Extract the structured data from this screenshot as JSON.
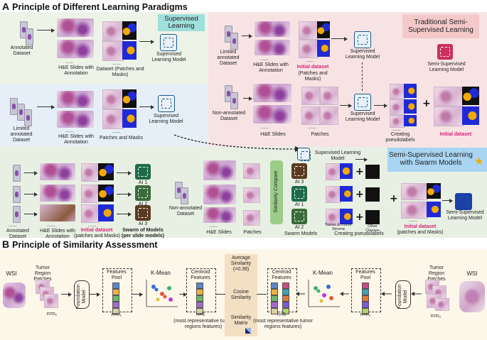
{
  "section_a": {
    "letter": "A",
    "title": "Principle of Different Learning Paradigms",
    "supervised": {
      "badge": "Supervised Learning",
      "annotated_dataset": "Annotated Dataset",
      "he_slides": "H&E Slides with Annotation",
      "dataset": "Dataset (Patches and Masks)",
      "model": "Supervised Learning Model"
    },
    "traditional": {
      "badge": "Traditional Semi-Supervised Learning",
      "limited": "Limited annotated Dataset",
      "he_slides": "H&E Slides with Annotation",
      "initial_dataset": "Initial dataset",
      "patches_masks": "(Patches and Masks)",
      "model": "Supervised Learning Model",
      "semi_model": "Semi-Supervised Learning Model",
      "non_annotated": "Non-annotated Dataset",
      "he_slides_plain": "H&E Slides",
      "patches": "Patches",
      "model2": "Supervised Learning Model",
      "creating": "Creating pseudolabels",
      "initial_dataset2": "Initial dataset"
    },
    "limited_row": {
      "limited": "Limited annotated Dataset",
      "he_slides": "H&E Slides with Annotation",
      "patches_masks": "Patches and Masks",
      "model": "Supervised Learning Model"
    },
    "swarm": {
      "badge": "Semi-Supervised Learning with Swarm Models",
      "model_top": "Supervised Learning Model",
      "annotated_dataset": "Annotated Dataset",
      "he_slides": "H&E Slides with Annotation",
      "initial_dataset": "Initial dataset",
      "patches_masks": "(patches and Masks)",
      "swarm_models": "Swarm of Models",
      "per_slide": "(per slide models)",
      "ai1": "AI 1",
      "ai2": "AI 2",
      "ai3": "AI 3",
      "non_annotated": "Non-annotated Dataset",
      "he_slides_plain": "H&E Slides",
      "patches": "Patches",
      "similarity_compare": "Similarity Compare",
      "ai3b": "AI 3",
      "ai1b": "AI 1",
      "ai2b": "AI 2",
      "swarm_models2": "Swarm Models",
      "tumor": "Tumor & Tumor Stroma",
      "other": "Other Classes",
      "creating": "Creating pseudolabels",
      "initial_dataset2": "Initial dataset",
      "patches_masks2": "(patches and Masks)",
      "semi_model": "Semi-Supervised Learning Model"
    },
    "dots": "......",
    "plus": "+"
  },
  "section_b": {
    "letter": "B",
    "title": "Principle of Similarity Assessment",
    "wsi_left": "WSI",
    "tumor_patches_left": "Tumor Region Patches",
    "n1": "n=n₁",
    "foundation_left": "Foundation Model",
    "features_pool_left": "Features Pool",
    "n1b": "n=n₁",
    "kmean_left": "K-Mean",
    "centroid_left": "Centroid Features",
    "n5_left": "n=5",
    "most_rep_left": "(most representative tumor regions features)",
    "avg_similarity": "Average Similarity",
    "avg_value": "(=0.39)",
    "cosine": "Cosine Similarity",
    "sim_matrix": "Similarity Matrix",
    "centroid_right": "Centroid Features",
    "n5_right": "n=5",
    "most_rep_right": "(most representative tumor regions features)",
    "kmean_right": "K-Mean",
    "features_pool_right": "Features Pool",
    "n2b": "n=n₂",
    "foundation_right": "Foundation Model",
    "tumor_patches_right": "Tumor Region Patches",
    "n2": "n=n₂",
    "wsi_right": "WSI"
  },
  "colors": {
    "supervised_bg": "#eef3e8",
    "traditional_bg": "#f8e3e4",
    "limited_bg": "#e6eff8",
    "swarm_bg": "#e8f0e3",
    "supervised_badge": "#9fdfdc",
    "traditional_badge": "#f4c9c9",
    "swarm_badge": "#a9d4f2",
    "section_b_bg": "#fdf7ea",
    "pink": "#d6247a"
  }
}
